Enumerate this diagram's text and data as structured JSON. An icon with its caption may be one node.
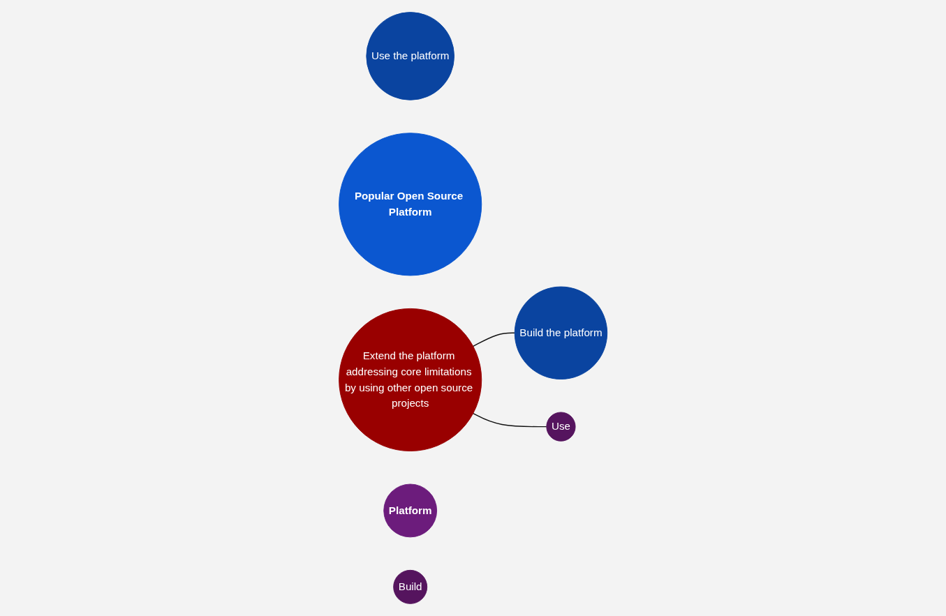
{
  "diagram": {
    "nodes": [
      {
        "text": [
          "Use the platform"
        ]
      },
      {
        "text": [
          "Popular Open Source Platform"
        ]
      },
      {
        "text": [
          "Build the platform"
        ]
      },
      {
        "text": [
          "Extend the platform addressing core limitations by using other open source projects"
        ]
      },
      {
        "text": [
          "Use"
        ]
      },
      {
        "text": [
          "Platform"
        ]
      },
      {
        "text": [
          "Build"
        ]
      }
    ],
    "edges": [
      {
        "from": 3,
        "to": 2,
        "arrow": "none"
      },
      {
        "from": 3,
        "to": 4,
        "arrow": "none"
      }
    ]
  }
}
